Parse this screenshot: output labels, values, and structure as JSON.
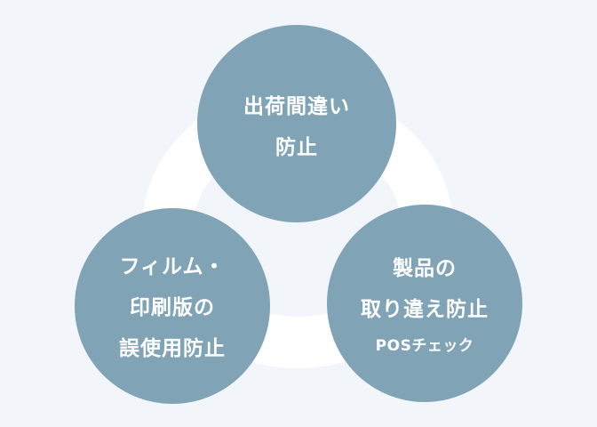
{
  "diagram": {
    "colors": {
      "background": "#f2f5fa",
      "ring": "#ffffff",
      "circle": "#80a4b6",
      "text": "#ffffff"
    },
    "top_circle": {
      "lines": [
        "出荷間違い",
        "防止"
      ]
    },
    "left_circle": {
      "lines": [
        "フィルム・",
        "印刷版の",
        "誤使用防止"
      ]
    },
    "right_circle": {
      "lines": [
        "製品の",
        "取り違え防止"
      ],
      "sub": "POSチェック"
    }
  }
}
